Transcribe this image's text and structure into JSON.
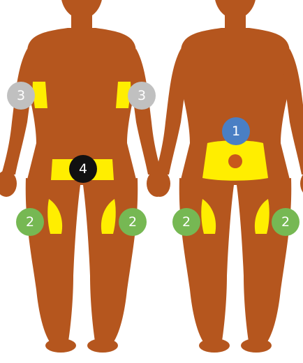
{
  "figures": [
    {
      "view": "back"
    },
    {
      "view": "front"
    }
  ],
  "colors": {
    "skin": "#b5561e",
    "zone": "#ffee00",
    "navel": "#c8581b",
    "badge_1": "#4a7fc4",
    "badge_2": "#76b853",
    "badge_3": "#c0c0c0",
    "badge_4": "#111111",
    "badge_text": "#ffffff"
  },
  "badges": [
    {
      "id": "back-arm-left",
      "label": "3",
      "zone": "upper-arm",
      "color": "#c0c0c0"
    },
    {
      "id": "back-arm-right",
      "label": "3",
      "zone": "upper-arm",
      "color": "#c0c0c0"
    },
    {
      "id": "back-buttock",
      "label": "4",
      "zone": "buttocks",
      "color": "#111111"
    },
    {
      "id": "back-thigh-left",
      "label": "2",
      "zone": "thigh",
      "color": "#76b853"
    },
    {
      "id": "back-thigh-right",
      "label": "2",
      "zone": "thigh",
      "color": "#76b853"
    },
    {
      "id": "front-abdomen",
      "label": "1",
      "zone": "abdomen",
      "color": "#4a7fc4"
    },
    {
      "id": "front-thigh-left",
      "label": "2",
      "zone": "thigh",
      "color": "#76b853"
    },
    {
      "id": "front-thigh-right",
      "label": "2",
      "zone": "thigh",
      "color": "#76b853"
    }
  ]
}
